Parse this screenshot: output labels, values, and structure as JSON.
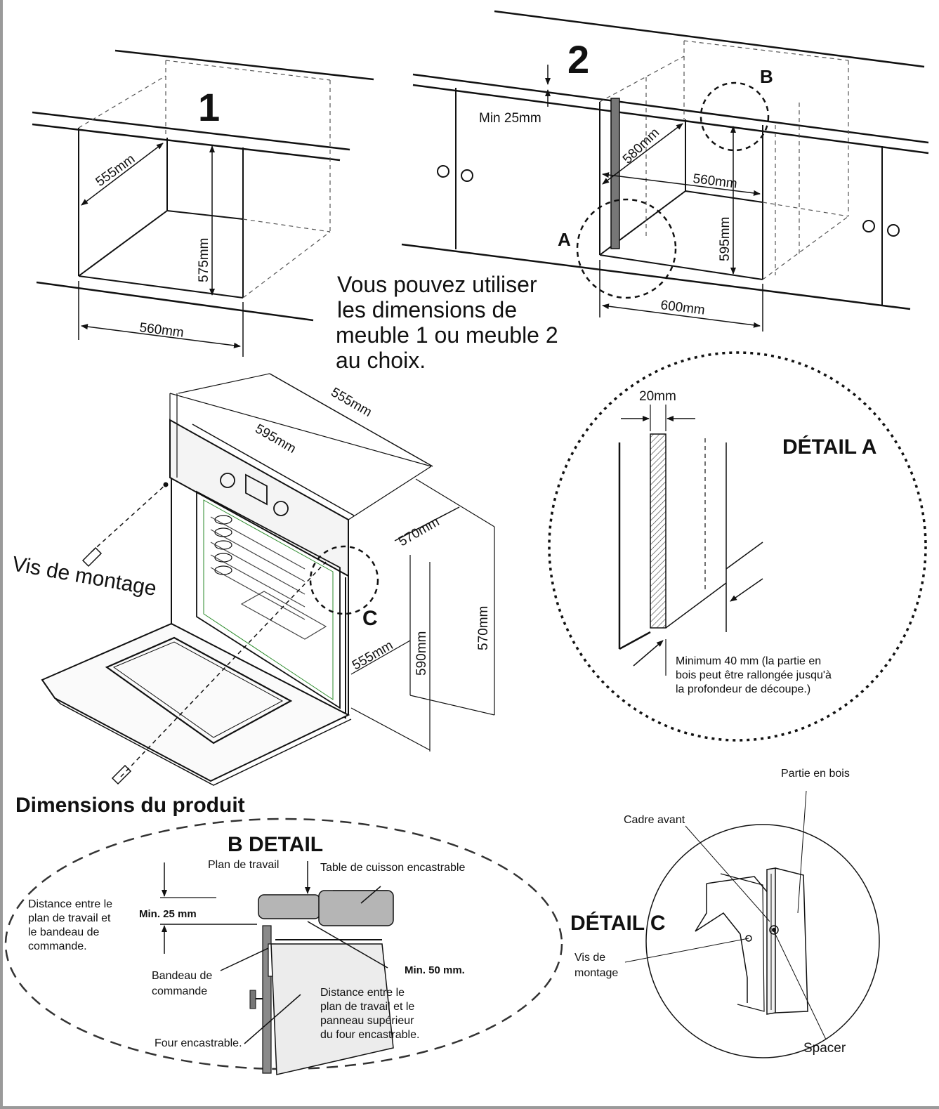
{
  "cabinet1": {
    "number": "1",
    "depth": "555mm",
    "height": "575mm",
    "width": "560mm"
  },
  "cabinet2": {
    "number": "2",
    "min_gap": "Min 25mm",
    "depth": "580mm",
    "inner_width": "560mm",
    "height": "595mm",
    "outer_width": "600mm",
    "marker_a": "A",
    "marker_b": "B"
  },
  "note_lines": [
    "Vous pouvez utiliser",
    "les dimensions de",
    "meuble 1 ou meuble 2",
    "au choix."
  ],
  "oven": {
    "depth_top": "555mm",
    "width": "595mm",
    "height_right": "570mm",
    "height_side": "570mm",
    "total_height": "590mm",
    "lower_depth": "555mm",
    "screw_label": "Vis de montage",
    "marker_c": "C",
    "section_title": "Dimensions du produit"
  },
  "detail_a": {
    "title": "DÉTAIL A",
    "thickness": "20mm",
    "note_lines": [
      "Minimum 40 mm (la partie en",
      "bois peut être rallongée jusqu'à",
      "la profondeur de découpe.)"
    ]
  },
  "detail_b": {
    "title": "B DETAIL",
    "worktop": "Plan de travail",
    "hob": "Table de cuisson encastrable",
    "distance_panel_lines": [
      "Distance entre le",
      "plan de travail et",
      "le bandeau de",
      "commande."
    ],
    "min25": "Min. 25 mm",
    "min50": "Min. 50 mm.",
    "control_panel_lines": [
      "Bandeau de",
      "commande"
    ],
    "distance_top_lines": [
      "Distance entre le",
      "plan de travail et le",
      "panneau supérieur",
      "du four encastrable."
    ],
    "oven_label": "Four encastrable."
  },
  "detail_c": {
    "title": "DÉTAIL C",
    "wood_part": "Partie en bois",
    "front_frame": "Cadre avant",
    "screw_lines": [
      "Vis de",
      "montage"
    ],
    "spacer": "Spacer"
  }
}
